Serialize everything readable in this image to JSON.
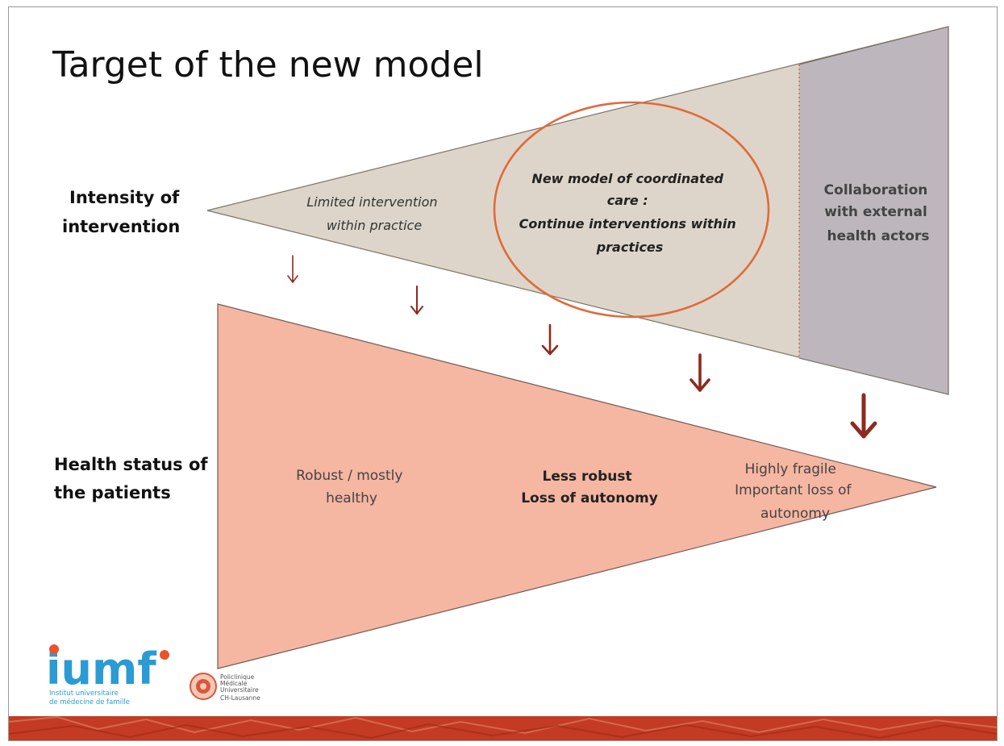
{
  "slide": {
    "title": "Target of the new model"
  },
  "labels": {
    "intensity": [
      "Intensity of",
      "intervention"
    ],
    "health": [
      "Health status of",
      "the patients"
    ]
  },
  "intervention": {
    "limited": [
      "Limited intervention",
      "within practice"
    ],
    "new_model": [
      "New model of coordinated",
      "care :",
      "Continue interventions within",
      "practices"
    ],
    "external": [
      "Collaboration",
      "with external",
      "health actors"
    ]
  },
  "health_status": {
    "robust": [
      "Robust / mostly",
      "healthy"
    ],
    "less_robust": [
      "Less robust",
      "Loss of autonomy"
    ],
    "fragile": [
      "Highly fragile",
      "Important loss of",
      "autonomy"
    ]
  },
  "logos": {
    "iumf_mark": "iumf",
    "iumf_caption": [
      "Institut universitaire",
      "de médecine de famille"
    ],
    "pmu_caption": [
      "Policlinique",
      "Médicale",
      "Universitaire",
      "CH-Lausanne"
    ]
  },
  "colors": {
    "top_triangle": "#ddd5c9",
    "external_zone": "#bdb7bd",
    "bottom_triangle": "#f5b6a2",
    "ellipse": "#e06a3a",
    "arrow": "#8e2a1e",
    "logo_blue": "#2b9bd3",
    "logo_dot": "#e9542e",
    "footer_band": "#c23b22"
  }
}
